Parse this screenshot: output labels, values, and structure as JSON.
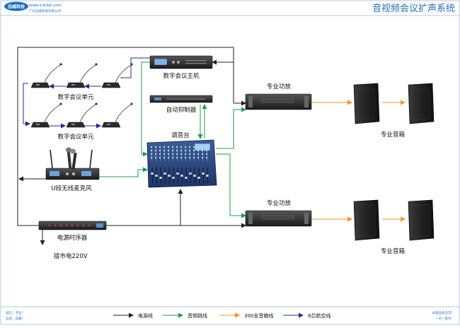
{
  "header": {
    "logo_text": "迅威科技",
    "url_text": "www.x-bdat.com",
    "company_text": "广州迅威科技有限公司",
    "title": "音视频会议扩声系统"
  },
  "labels": {
    "host": "数字会议主机",
    "suppressor": "自动抑制器",
    "mixer": "调音台",
    "mic": "U段无线麦克风",
    "seq": "电源时序器",
    "power_in": "接市电220V",
    "unit1": "数字会议单元",
    "unit2": "数字会议单元",
    "amp1": "专业功放",
    "amp2": "专业功放",
    "spk1": "专业音箱",
    "spk2": "专业音箱"
  },
  "legend": {
    "items": [
      {
        "label": "电源线",
        "color": "#222222"
      },
      {
        "label": "音频跳线",
        "color": "#1f9e4a"
      },
      {
        "label": "300支音箱线",
        "color": "#f0962a"
      },
      {
        "label": "8芯航空线",
        "color": "#2a2a8a"
      }
    ]
  },
  "footer": {
    "left1": "诚信、专业！",
    "left2": "品质、高赢！",
    "right1": "卓越品质追求！",
    "right2": "一对一服务！"
  },
  "colors": {
    "power": "#222222",
    "audio": "#1f9e4a",
    "speaker": "#f0962a",
    "aviation": "#2a2a8a",
    "title": "#2a6fb8",
    "border": "#b8c8e0"
  }
}
